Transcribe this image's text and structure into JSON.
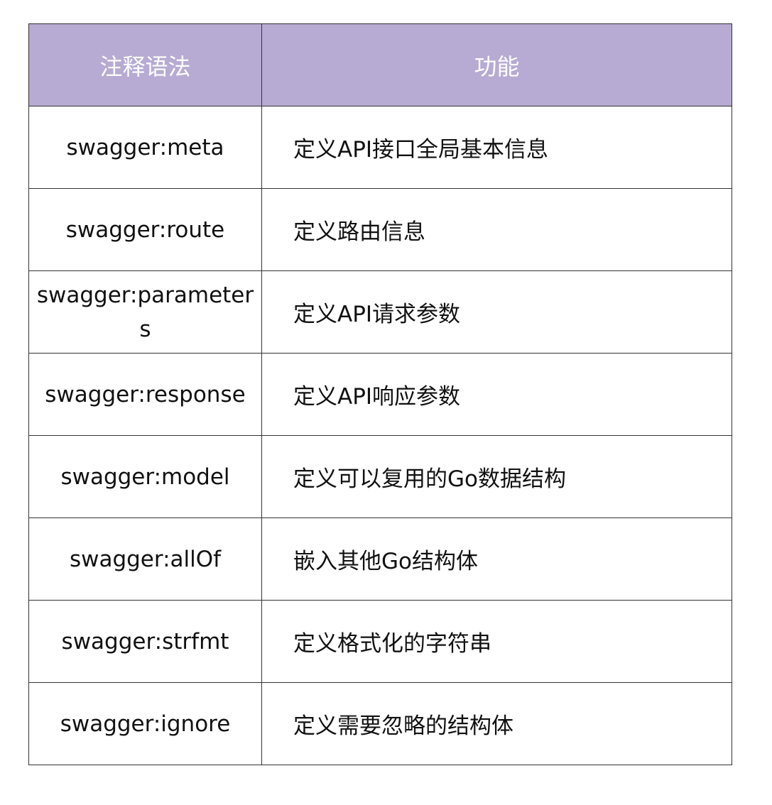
{
  "header": {
    "col1": "注释语法",
    "col2": "功能"
  },
  "rows": [
    {
      "syntax": "swagger:meta",
      "function": "定义API接口全局基本信息"
    },
    {
      "syntax": "swagger:route",
      "function": "定义路由信息"
    },
    {
      "syntax": "swagger:parameters",
      "function": "定义API请求参数"
    },
    {
      "syntax": "swagger:response",
      "function": "定义API响应参数"
    },
    {
      "syntax": "swagger:model",
      "function": "定义可以复用的Go数据结构"
    },
    {
      "syntax": "swagger:allOf",
      "function": "嵌入其他Go结构体"
    },
    {
      "syntax": "swagger:strfmt",
      "function": "定义格式化的字符串"
    },
    {
      "syntax": "swagger:ignore",
      "function": "定义需要忽略的结构体"
    }
  ],
  "colors": {
    "header_bg": "#b7abd3",
    "header_text": "#ffffff",
    "border": "#333333"
  }
}
